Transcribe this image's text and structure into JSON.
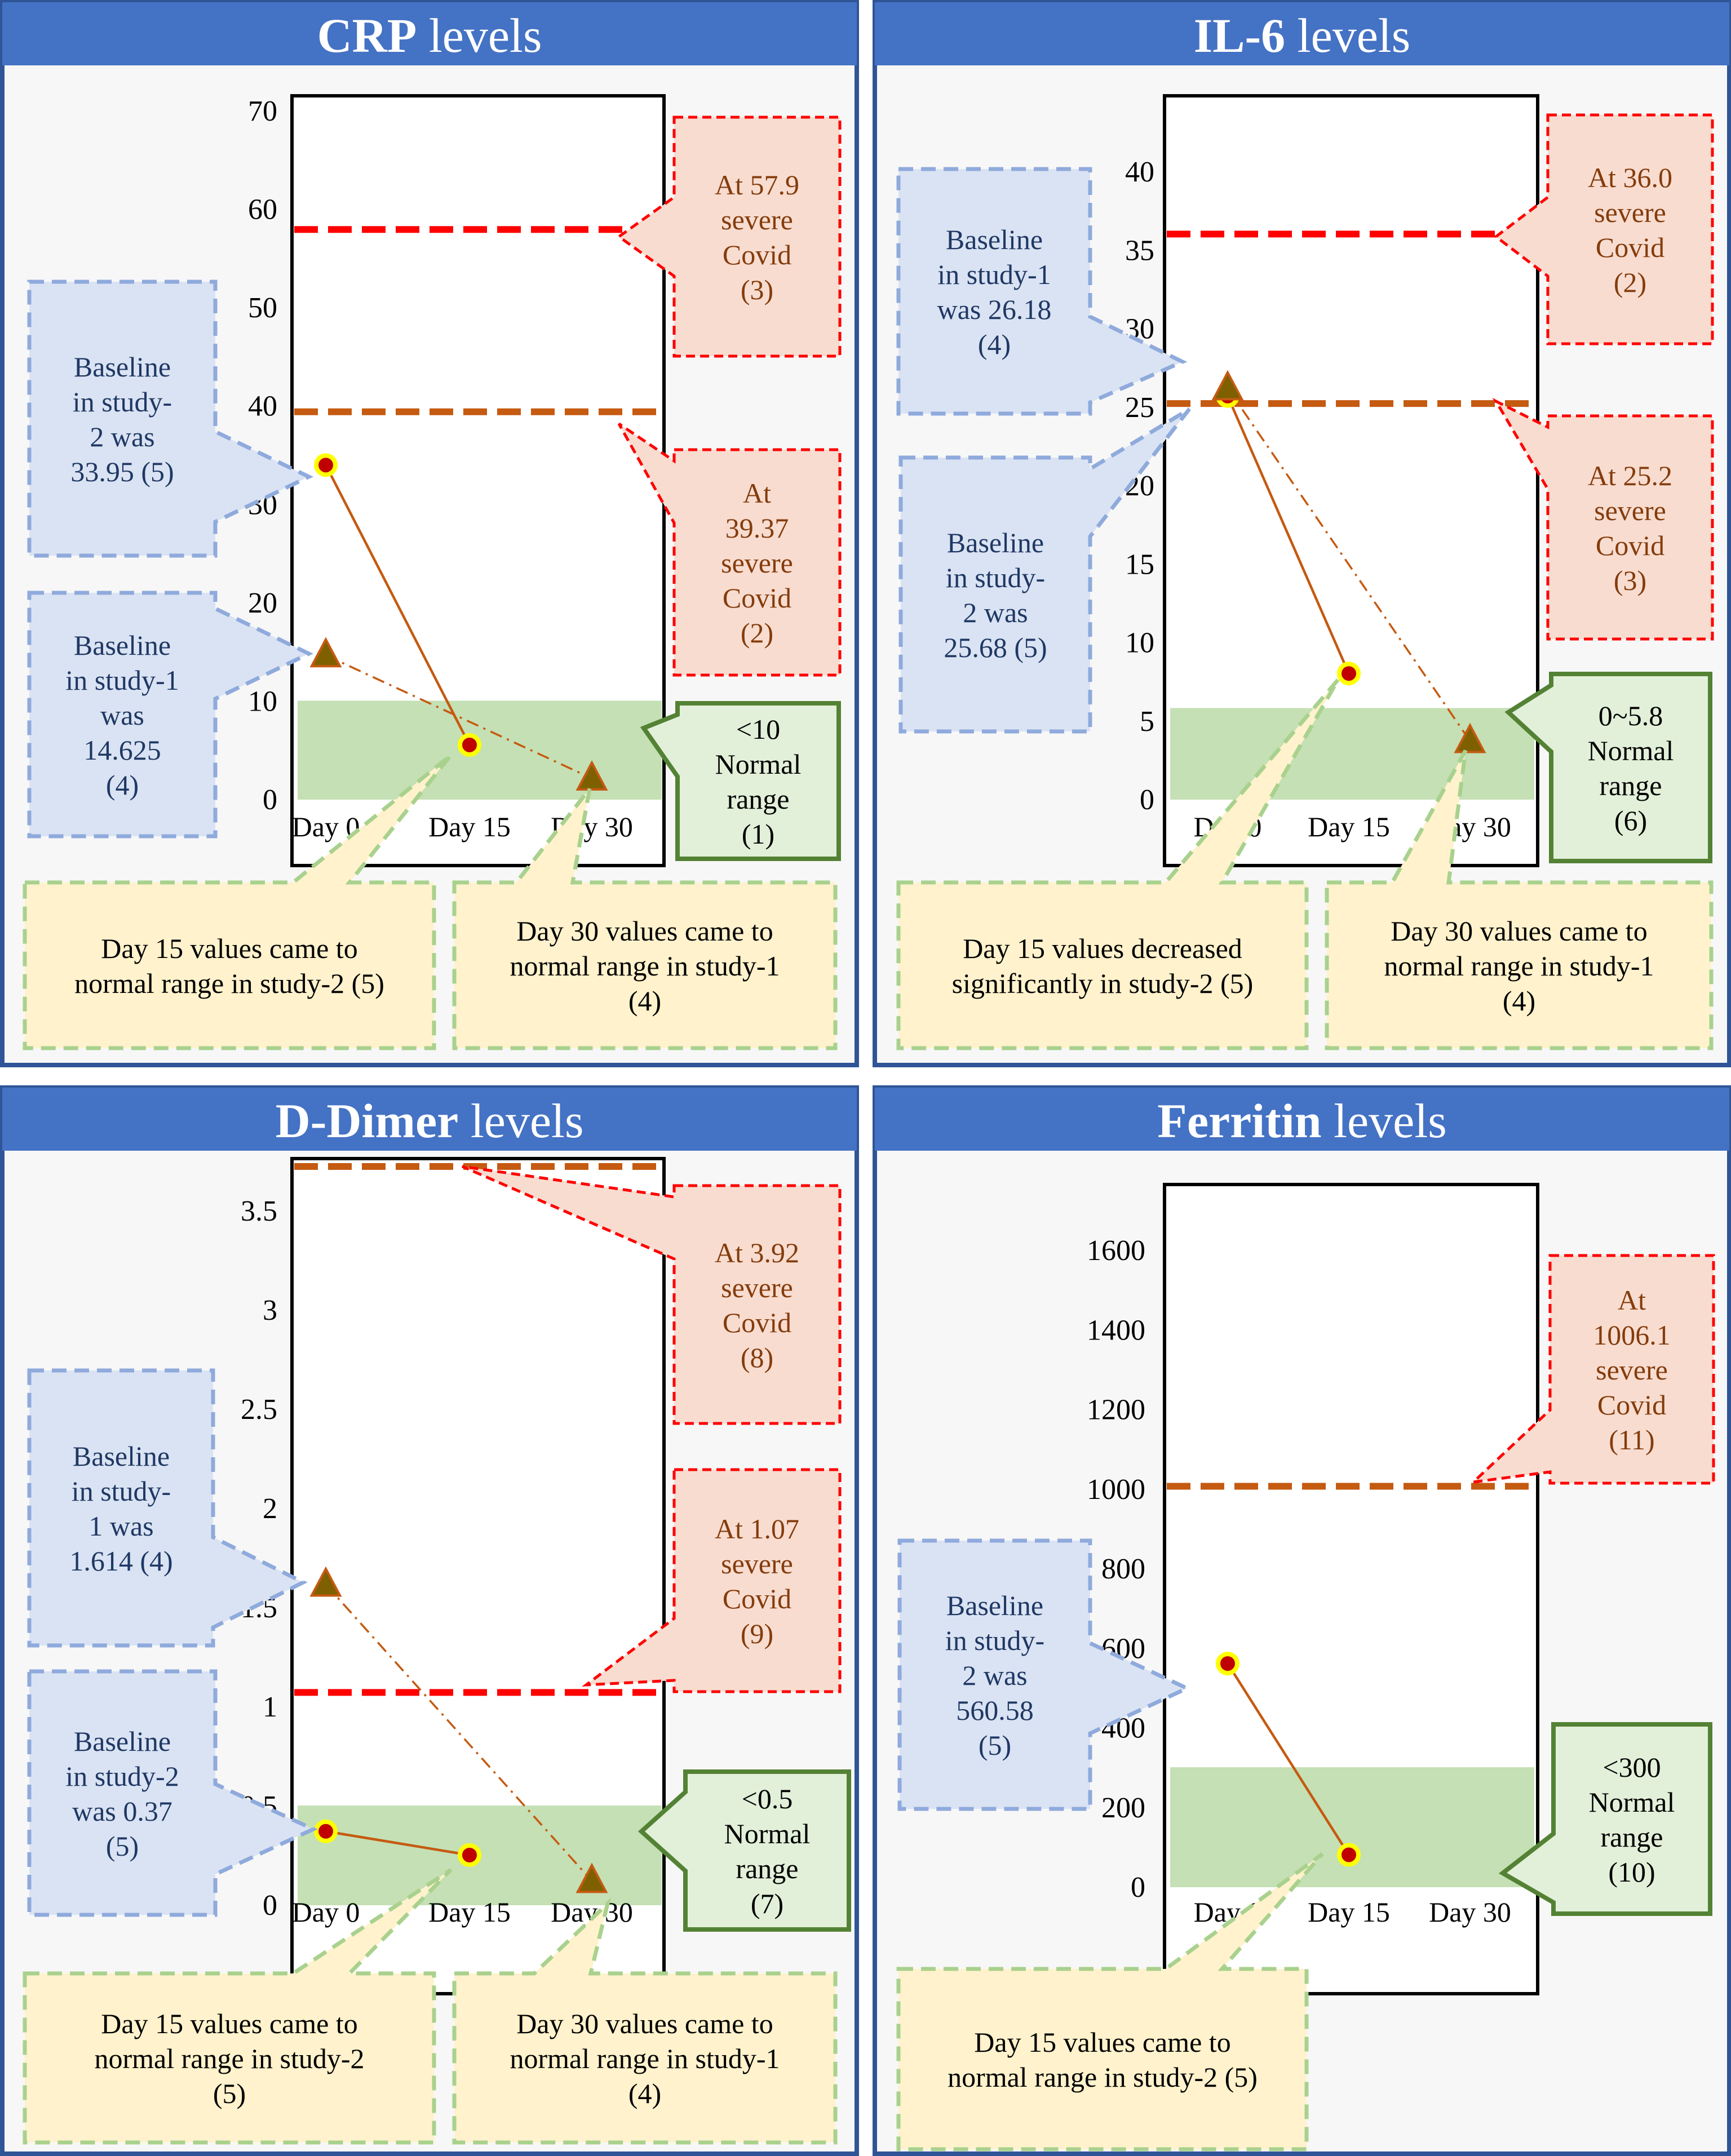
{
  "colors": {
    "header_bg": "#4472c4",
    "panel_border": "#2f5597",
    "panel_bg": "#f7f7f7",
    "severe_line": "#ff0000",
    "severe_line_alt": "#c55a11",
    "normal_band": "#c5e0b4",
    "series_line": "#c55a11",
    "marker_circle_fill": "#c00000",
    "marker_circle_ring": "#ffff00",
    "marker_triangle": "#7f6000",
    "blue_callout_fill": "#dae3f3",
    "blue_callout_border": "#8faadc",
    "blue_callout_text": "#1f3864",
    "red_callout_fill": "#f8dcd0",
    "red_callout_border": "#ff0000",
    "red_callout_text": "#843c0c",
    "green_callout_fill": "#e2f0d9",
    "green_callout_border": "#548235",
    "yellow_callout_fill": "#fff2cc",
    "yellow_callout_border": "#a9d18e"
  },
  "chart_data": [
    {
      "type": "line",
      "title_bold": "CRP",
      "title_rest": " levels",
      "categories": [
        "Day 0",
        "Day 15",
        "Day 30"
      ],
      "ylim": [
        0,
        70
      ],
      "yticks": [
        0,
        10,
        20,
        30,
        40,
        50,
        60,
        70
      ],
      "tick_labels": [
        "0",
        "10",
        "20",
        "30",
        "40",
        "50",
        "60",
        "70"
      ],
      "normal_band": [
        0,
        10
      ],
      "severe_lines": [
        {
          "value": 57.9,
          "style": "red"
        },
        {
          "value": 39.37,
          "style": "orange"
        }
      ],
      "series": [
        {
          "marker": "circle",
          "line": "solid",
          "values": [
            33.95,
            5.5,
            null
          ]
        },
        {
          "marker": "triangle",
          "line": "dashdot",
          "values": [
            14.625,
            null,
            2.1
          ]
        }
      ],
      "callouts": [
        {
          "kind": "blue",
          "lines": [
            "Baseline",
            "in study-",
            "2 was",
            "33.95 (5)"
          ]
        },
        {
          "kind": "blue",
          "lines": [
            "Baseline",
            "in study-1",
            "was",
            "14.625",
            "(4)"
          ]
        },
        {
          "kind": "red",
          "lines": [
            "At 57.9",
            "severe",
            "Covid",
            "(3)"
          ]
        },
        {
          "kind": "red",
          "lines": [
            "At",
            "39.37",
            "severe",
            "Covid",
            "(2)"
          ]
        },
        {
          "kind": "green",
          "lines": [
            "<10",
            "Normal",
            "range",
            "(1)"
          ]
        },
        {
          "kind": "yellow",
          "lines": [
            "Day 15 values came to",
            "normal range in study-2 (5)"
          ]
        },
        {
          "kind": "yellow",
          "lines": [
            "Day 30 values came to",
            "normal range in study-1",
            "(4)"
          ]
        }
      ]
    },
    {
      "type": "line",
      "title_bold": "IL-6",
      "title_rest": " levels",
      "categories": [
        "Day 0",
        "Day 15",
        "Day 30"
      ],
      "ylim": [
        0,
        40
      ],
      "yticks": [
        0,
        5,
        10,
        15,
        20,
        25,
        30,
        35,
        40
      ],
      "tick_labels": [
        "0",
        "5",
        "10",
        "15",
        "20",
        "25",
        "30",
        "35",
        "40"
      ],
      "normal_band": [
        0,
        5.8
      ],
      "severe_lines": [
        {
          "value": 36.0,
          "style": "red"
        },
        {
          "value": 25.2,
          "style": "orange"
        }
      ],
      "series": [
        {
          "marker": "circle",
          "line": "solid",
          "values": [
            25.68,
            8.0,
            null
          ]
        },
        {
          "marker": "triangle",
          "line": "dashdot",
          "values": [
            26.18,
            null,
            3.7
          ]
        }
      ],
      "callouts": [
        {
          "kind": "blue",
          "lines": [
            "Baseline",
            "in study-1",
            "was 26.18",
            "(4)"
          ]
        },
        {
          "kind": "blue",
          "lines": [
            "Baseline",
            "in study-",
            "2 was",
            "25.68 (5)"
          ]
        },
        {
          "kind": "red",
          "lines": [
            "At 36.0",
            "severe",
            "Covid",
            "(2)"
          ]
        },
        {
          "kind": "red",
          "lines": [
            "At 25.2",
            "severe",
            "Covid",
            "(3)"
          ]
        },
        {
          "kind": "green",
          "lines": [
            "0~5.8",
            "Normal",
            "range",
            "(6)"
          ]
        },
        {
          "kind": "yellow",
          "lines": [
            "Day 15 values decreased",
            "significantly in study-2 (5)"
          ]
        },
        {
          "kind": "yellow",
          "lines": [
            "Day 30 values came to",
            "normal range in study-1",
            "(4)"
          ]
        }
      ]
    },
    {
      "type": "line",
      "title_bold": "D-Dimer",
      "title_rest": " levels",
      "categories": [
        "Day 0",
        "Day 15",
        "Day 30"
      ],
      "ylim": [
        0,
        3.5
      ],
      "yticks": [
        0,
        0.5,
        1,
        1.5,
        2,
        2.5,
        3,
        3.5
      ],
      "tick_labels": [
        "0",
        "0.5",
        "1",
        "1.5",
        "2",
        "2.5",
        "3",
        "3.5"
      ],
      "normal_band": [
        0,
        0.5
      ],
      "severe_lines": [
        {
          "value": 3.92,
          "style": "orange"
        },
        {
          "value": 1.07,
          "style": "red"
        }
      ],
      "series": [
        {
          "marker": "circle",
          "line": "solid",
          "values": [
            0.37,
            0.25,
            null
          ]
        },
        {
          "marker": "triangle",
          "line": "dashdot",
          "values": [
            1.614,
            null,
            0.12
          ]
        }
      ],
      "callouts": [
        {
          "kind": "blue",
          "lines": [
            "Baseline",
            "in study-",
            "1 was",
            "1.614 (4)"
          ]
        },
        {
          "kind": "blue",
          "lines": [
            "Baseline",
            "in study-2",
            "was 0.37",
            "(5)"
          ]
        },
        {
          "kind": "red",
          "lines": [
            "At 3.92",
            "severe",
            "Covid",
            "(8)"
          ]
        },
        {
          "kind": "red",
          "lines": [
            "At 1.07",
            "severe",
            "Covid",
            "(9)"
          ]
        },
        {
          "kind": "green",
          "lines": [
            "<0.5",
            "Normal",
            "range",
            "(7)"
          ]
        },
        {
          "kind": "yellow",
          "lines": [
            "Day 15 values came to",
            "normal range in study-2",
            "(5)"
          ]
        },
        {
          "kind": "yellow",
          "lines": [
            "Day 30 values came to",
            "normal range in study-1",
            "(4)"
          ]
        }
      ]
    },
    {
      "type": "line",
      "title_bold": "Ferritin",
      "title_rest": " levels",
      "categories": [
        "Day 0",
        "Day 15",
        "Day 30"
      ],
      "ylim": [
        0,
        1600
      ],
      "yticks": [
        0,
        200,
        400,
        600,
        800,
        1000,
        1200,
        1400,
        1600
      ],
      "tick_labels": [
        "0",
        "200",
        "400",
        "600",
        "800",
        "1000",
        "1200",
        "1400",
        "1600"
      ],
      "normal_band": [
        0,
        300
      ],
      "severe_lines": [
        {
          "value": 1006.1,
          "style": "orange"
        }
      ],
      "series": [
        {
          "marker": "circle",
          "line": "solid",
          "values": [
            560.58,
            80,
            null
          ]
        }
      ],
      "callouts": [
        {
          "kind": "red",
          "lines": [
            "At",
            "1006.1",
            "severe",
            "Covid",
            "(11)"
          ]
        },
        {
          "kind": "blue",
          "lines": [
            "Baseline",
            "in study-",
            "2 was",
            "560.58",
            "(5)"
          ]
        },
        {
          "kind": "green",
          "lines": [
            "<300",
            "Normal",
            "range",
            "(10)"
          ]
        },
        {
          "kind": "yellow",
          "lines": [
            "Day 15 values came to",
            "normal range in study-2 (5)"
          ]
        }
      ]
    }
  ]
}
